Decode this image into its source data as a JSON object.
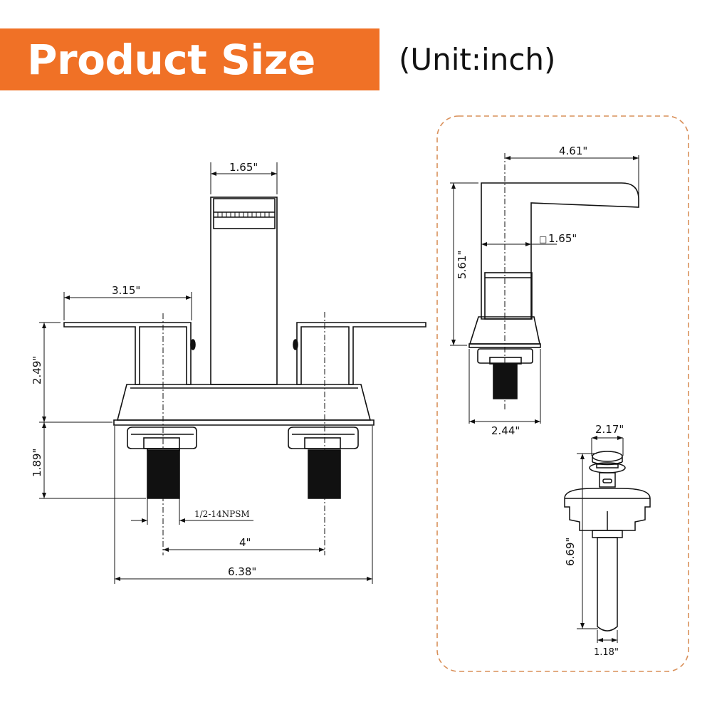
{
  "header": {
    "title": "Product Size",
    "unit": "(Unit:inch)",
    "banner_color": "#f07126"
  },
  "front_view": {
    "spout_width": "1.65\"",
    "handle_length": "3.15\"",
    "handle_height": "2.49\"",
    "shank_height": "1.89\"",
    "thread_spec": "1/2-14NPSM",
    "center_spacing": "4\"",
    "base_width": "6.38\""
  },
  "side_view": {
    "spout_reach": "4.61\"",
    "spout_square": "1.65\"",
    "spout_square_symbol": "□",
    "total_height": "5.61\"",
    "base_depth": "2.44\""
  },
  "drain_view": {
    "cap_diameter": "2.17\"",
    "total_length": "6.69\"",
    "tail_diameter": "1.18\""
  },
  "panel": {
    "border_color": "#d9905a"
  }
}
